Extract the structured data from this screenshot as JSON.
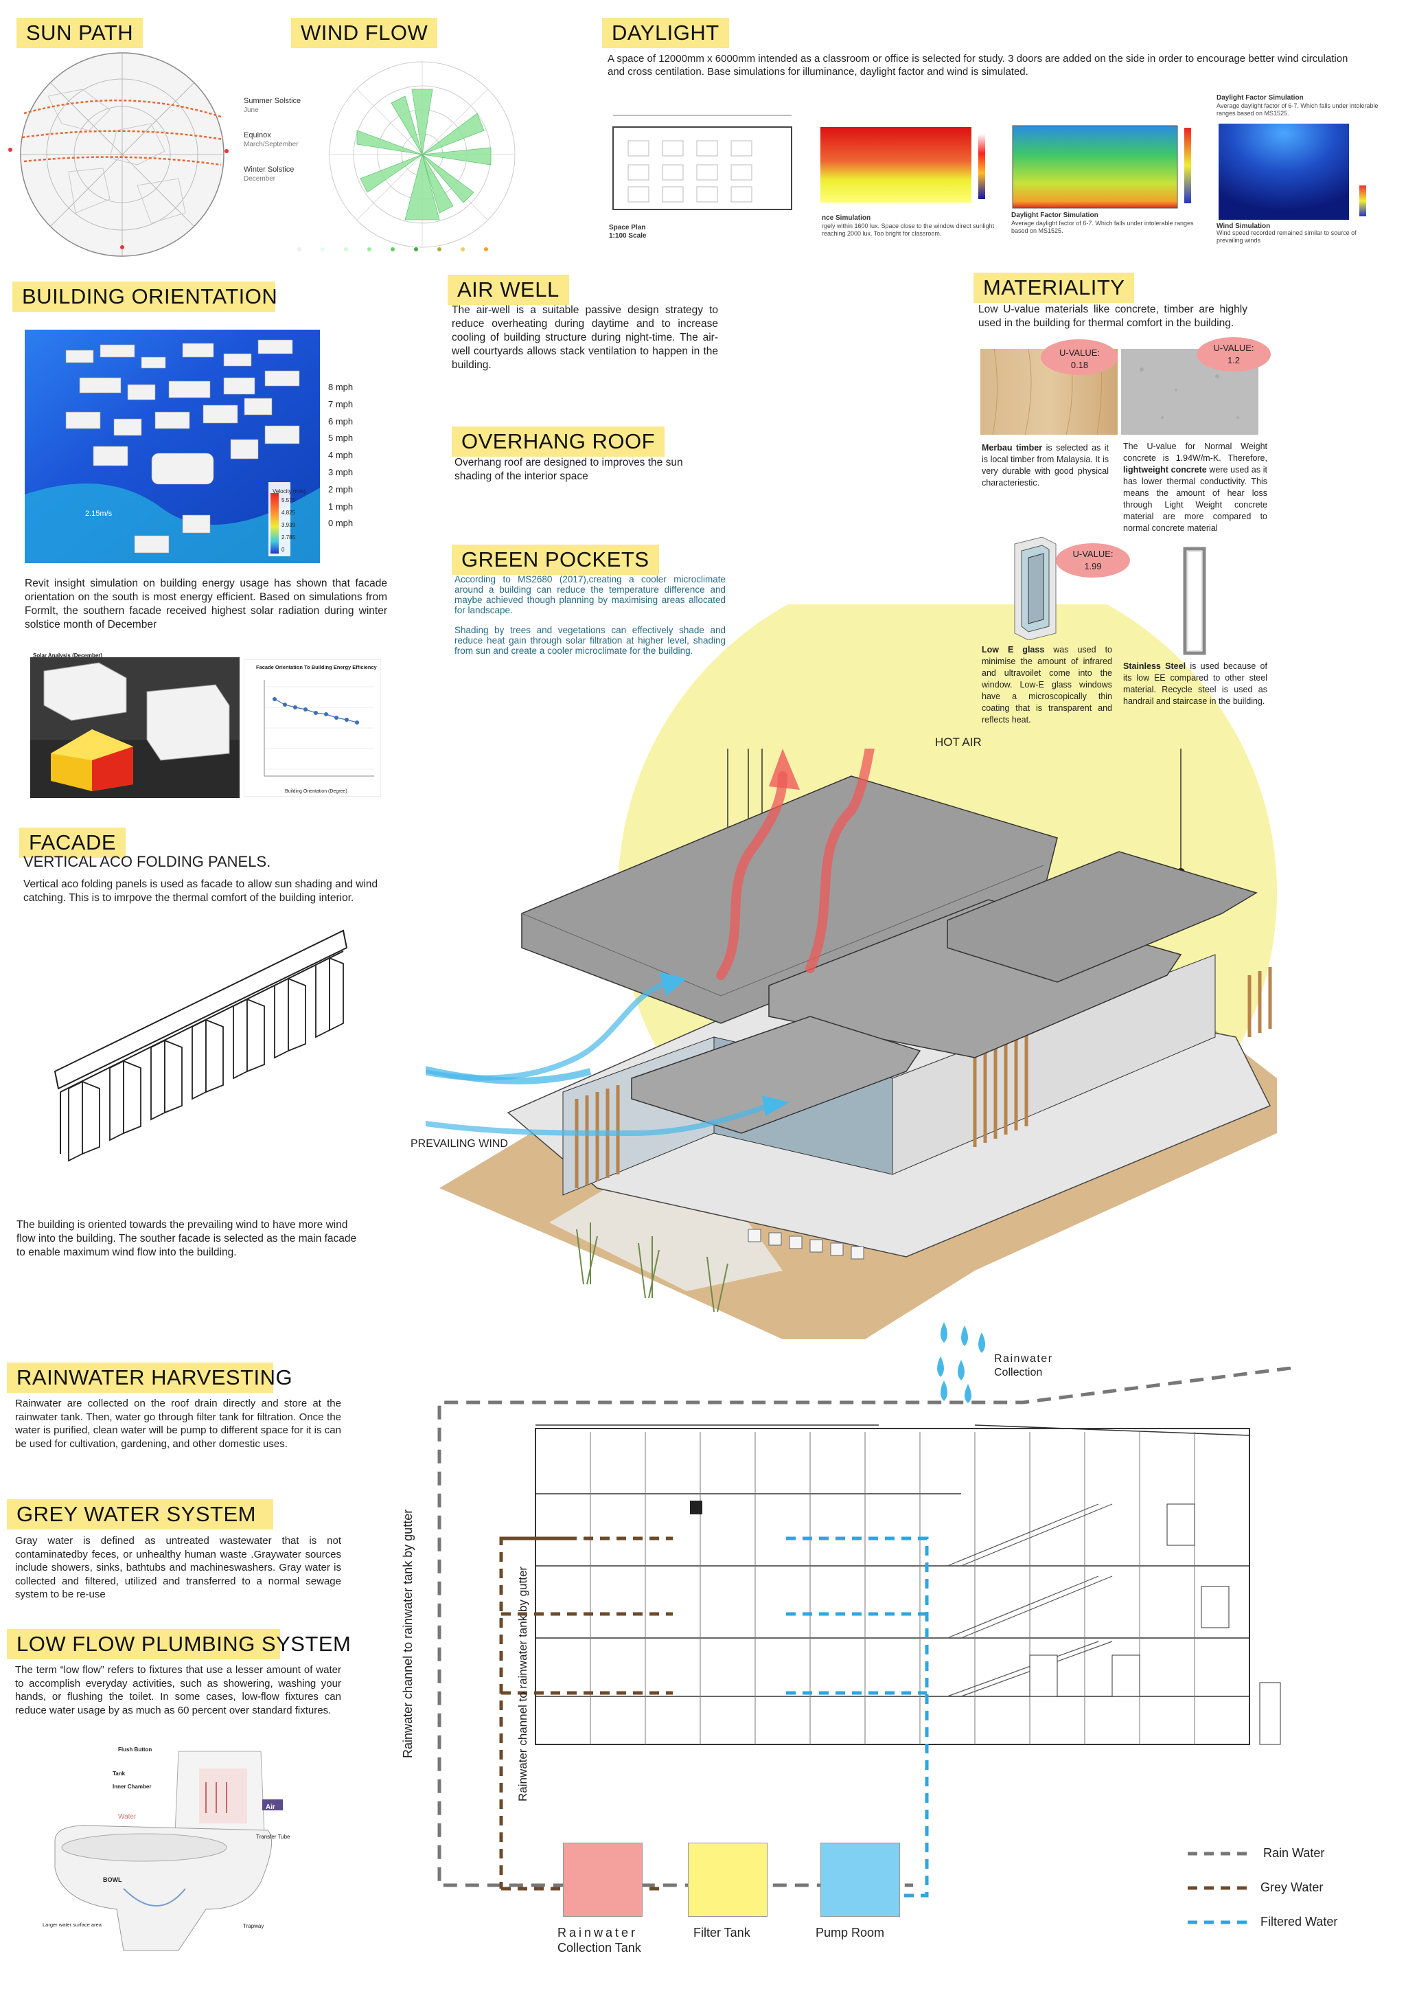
{
  "sections": {
    "sun_path": {
      "heading": "SUN PATH",
      "labels": [
        "Summer Solstice",
        "June",
        "Equinox",
        "March/September",
        "Winter Solstice",
        "December"
      ]
    },
    "wind_flow": {
      "heading": "WIND FLOW"
    },
    "daylight": {
      "heading": "DAYLIGHT",
      "body": "A space of 12000mm x 6000mm intended as a classroom or office is selected for study. 3 doors are added on the side in order to encourage better wind circulation and cross centilation. Base simulations for illuminance, daylight factor and wind is simulated.",
      "space_plan": "Space Plan",
      "scale": "1:100 Scale",
      "illum_title": "nce Simulation",
      "illum_note": "rgely within 1600 lux. Space close to the window direct sunlight reaching 2000 lux. Too bright for classroom.",
      "df_title": "Daylight Factor Simulation",
      "df_note": "Average daylight factor of 6-7. Which falls under intolerable ranges based on MS1525.",
      "df_title2": "Daylight Factor Simulation",
      "df_note2": "Average daylight factor of 6-7. Which falls under intolerable ranges based on MS1525.",
      "wind_title": "Wind Simulation",
      "wind_note": "Wind speed recorded remained similar to source of prevailing winds"
    },
    "orientation": {
      "heading": "BUILDING ORIENTATION",
      "speeds": [
        "8 mph",
        "7 mph",
        "6 mph",
        "5 mph",
        "4 mph",
        "3 mph",
        "2 mph",
        "1 mph",
        "0 mph"
      ],
      "velocity_label": "Velocity (m/s)",
      "velocity_values": [
        "5.571",
        "4.825",
        "3.939",
        "2.785",
        "0"
      ],
      "speed_label": "2.15m/s",
      "body": "Revit insight simulation on building energy usage has shown that facade orientation on the south is most energy efficient. Based on simulations from FormIt, the southern facade received highest solar radiation during winter solstice month of December",
      "solar_title": "Solar Analysis (December)",
      "chart_title": "Facade Orientation To Building Energy Efficiency",
      "chart_xlabel": "Building Orientation (Degree)"
    },
    "facade": {
      "heading": "FACADE",
      "subheading": "VERTICAL ACO FOLDING PANELS.",
      "body": "Vertical aco folding panels is used as facade to allow sun shading and wind catching. This is to imrpove the thermal comfort of the building interior.",
      "orient_note": "The building is oriented towards the prevailing wind to have more wind flow into the building. The souther facade is selected as the main facade to enable maximum wind flow into the building."
    },
    "air_well": {
      "heading": "AIR WELL",
      "body": "The air-well is a suitable passive design strategy to reduce overheating during daytime and to increase cooling of building structure during night-time. The air-well courtyards allows stack ventilation to happen in the building."
    },
    "overhang": {
      "heading": "OVERHANG ROOF",
      "body": "Overhang roof are designed to improves the sun shading of the interior space"
    },
    "green": {
      "heading": "GREEN POCKETS",
      "body1": "According to MS2680 (2017),creating a cooler microclimate around a building can reduce the temperature difference and maybe achieved though planning by maximising areas allocated for landscape.",
      "body2": "Shading by trees and vegetations can effectively shade and reduce heat gain through solar filtration at higher level, shading from sun and create a cooler microclimate for the building."
    },
    "materiality": {
      "heading": "MATERIALITY",
      "body": "Low U-value materials like concrete, timber are highly used in the building for thermal comfort in the building.",
      "u_timber": "U-VALUE:\n0.18",
      "u_concrete": "U-VALUE:\n1.2",
      "u_glass": "U-VALUE:\n1.99",
      "merbau_bold": "Merbau timber",
      "merbau": " is selected as it is local timber from Malaysia. It is very durable with good physical characteriestic.",
      "concrete_a": "The U-value for Normal Weight concrete is 1.94W/m-K. Therefore, ",
      "concrete_bold": "lightweight concrete",
      "concrete_b": " were used as it has lower thermal conductivity. This means the amount of hear loss through Light Weight concrete material are more compared to normal concrete material",
      "glass_bold": "Low E glass",
      "glass": " was used to minimise the amount of infrared and ultravoilet come into the window. Low-E glass windows have a microscopically thin coating that is transparent and reflects heat.",
      "steel_bold": "Stainless Steel",
      "steel": " is used because of its low EE compared to other steel material. Recycle steel is used as handrail and staircase in the building."
    },
    "axo": {
      "hot_air": "HOT AIR",
      "prevailing_wind": "PREVAILING WIND",
      "rainwater_collection_1": "Rainwater",
      "rainwater_collection_2": "Collection"
    },
    "rainwater": {
      "heading": "RAINWATER HARVESTING",
      "body": "Rainwater are collected on the roof drain directly and store at the rainwater tank. Then, water go through filter tank for filtration. Once the water is purified, clean water will be pump to different space for it is can be used for cultivation, gardening, and other domestic uses."
    },
    "grey": {
      "heading": "GREY WATER SYSTEM",
      "body": "Gray water is defined as untreated wastewater that is not contaminatedby feces, or unhealthy human waste .Graywater sources include showers, sinks, bathtubs and machineswashers. Gray water is collected and filtered, utilized and transferred to a normal sewage system to be re-use"
    },
    "low_flow": {
      "heading": "LOW FLOW PLUMBING SYSTEM",
      "body": "The term “low flow” refers to fixtures that use a lesser amount of water to accomplish everyday activities, such as showering, washing your hands, or flushing the toilet. In some cases, low-flow fixtures can reduce water usage by as much as 60 percent over standard fixtures.",
      "toilet_labels": [
        "Flush Button",
        "Tank",
        "Inner Chamber",
        "Water",
        "Air",
        "Transfer Tube",
        "BOWL",
        "Larger water surface area",
        "Trapway"
      ]
    },
    "section": {
      "vertical_1": "Rainwater channel to rainwater tank by gutter",
      "vertical_2": "Rainwater channel to rainwater tank by gutter",
      "tank1_a": "Rainwater",
      "tank1_b": "Collection Tank",
      "tank2": "Filter Tank",
      "tank3": "Pump Room",
      "legend": [
        "Rain Water",
        "Grey Water",
        "Filtered Water"
      ]
    }
  },
  "colors": {
    "highlight": "#fbe98b",
    "rain": "#777777",
    "grey_water": "#6b4a2a",
    "filtered": "#2ea6e0",
    "tank1": "#f4a09c",
    "tank2": "#fdf481",
    "tank3": "#7fd0f2",
    "sun": "#f7f3a8"
  }
}
